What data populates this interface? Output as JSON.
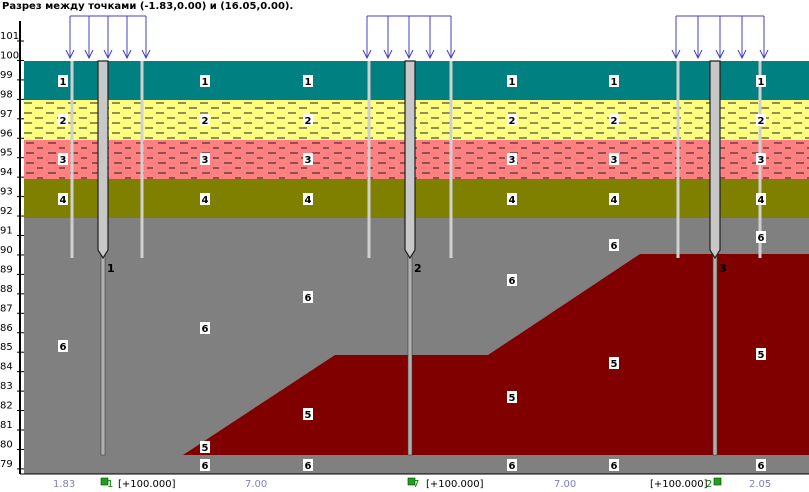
{
  "title": "Разрез между точками (-1.83,0.00) и (16.05,0.00).",
  "y_ticks": [
    101,
    100,
    99,
    98,
    97,
    96,
    95,
    94,
    93,
    92,
    91,
    90,
    89,
    88,
    87,
    86,
    85,
    84,
    83,
    82,
    81,
    80,
    79
  ],
  "layer_colors": {
    "1": "#008080",
    "2": "#ffff80",
    "3": "#ff8080",
    "4": "#808000",
    "5": "#800000",
    "6": "#808080"
  },
  "layer_labels": [
    {
      "text": "1",
      "cls": "light"
    },
    {
      "text": "1",
      "cls": "light"
    },
    {
      "text": "1",
      "cls": "light"
    },
    {
      "text": "1",
      "cls": "light"
    },
    {
      "text": "1",
      "cls": "light"
    },
    {
      "text": "1",
      "cls": "light"
    },
    {
      "text": "2",
      "cls": "light"
    },
    {
      "text": "2",
      "cls": "light"
    },
    {
      "text": "2",
      "cls": "light"
    },
    {
      "text": "2",
      "cls": "light"
    },
    {
      "text": "2",
      "cls": "light"
    },
    {
      "text": "2",
      "cls": "light"
    },
    {
      "text": "3",
      "cls": "light"
    },
    {
      "text": "3",
      "cls": "light"
    },
    {
      "text": "3",
      "cls": "light"
    },
    {
      "text": "3",
      "cls": "light"
    },
    {
      "text": "3",
      "cls": "light"
    },
    {
      "text": "3",
      "cls": "light"
    },
    {
      "text": "4",
      "cls": "light"
    },
    {
      "text": "4",
      "cls": "light"
    },
    {
      "text": "4",
      "cls": "light"
    },
    {
      "text": "4",
      "cls": "light"
    },
    {
      "text": "4",
      "cls": "light"
    },
    {
      "text": "4",
      "cls": "light"
    },
    {
      "text": "6"
    },
    {
      "text": "6"
    },
    {
      "text": "6"
    },
    {
      "text": "6"
    },
    {
      "text": "6"
    },
    {
      "text": "6"
    },
    {
      "text": "6"
    },
    {
      "text": "6"
    },
    {
      "text": "6"
    },
    {
      "text": "6"
    },
    {
      "text": "6"
    },
    {
      "text": "5"
    },
    {
      "text": "5"
    },
    {
      "text": "5"
    },
    {
      "text": "5"
    },
    {
      "text": "5"
    }
  ],
  "boreholes": [
    {
      "name": "1",
      "bottom_label": "1"
    },
    {
      "name": "2",
      "bottom_label": "2"
    },
    {
      "name": "3",
      "bottom_label": "3"
    }
  ],
  "bottom_axis": [
    {
      "text": "1.83",
      "color": "#8080c0"
    },
    {
      "text": "1",
      "color": "#008000"
    },
    {
      "text": "[+100.000]",
      "color": "#000000"
    },
    {
      "text": "7.00",
      "color": "#8080c0"
    },
    {
      "text": "7",
      "color": "#008000"
    },
    {
      "text": "[+100.000]",
      "color": "#000000"
    },
    {
      "text": "7.00",
      "color": "#8080c0"
    },
    {
      "text": "[+100.000]",
      "color": "#000000"
    },
    {
      "text": "2",
      "color": "#008000"
    },
    {
      "text": "2.05",
      "color": "#8080c0"
    }
  ]
}
